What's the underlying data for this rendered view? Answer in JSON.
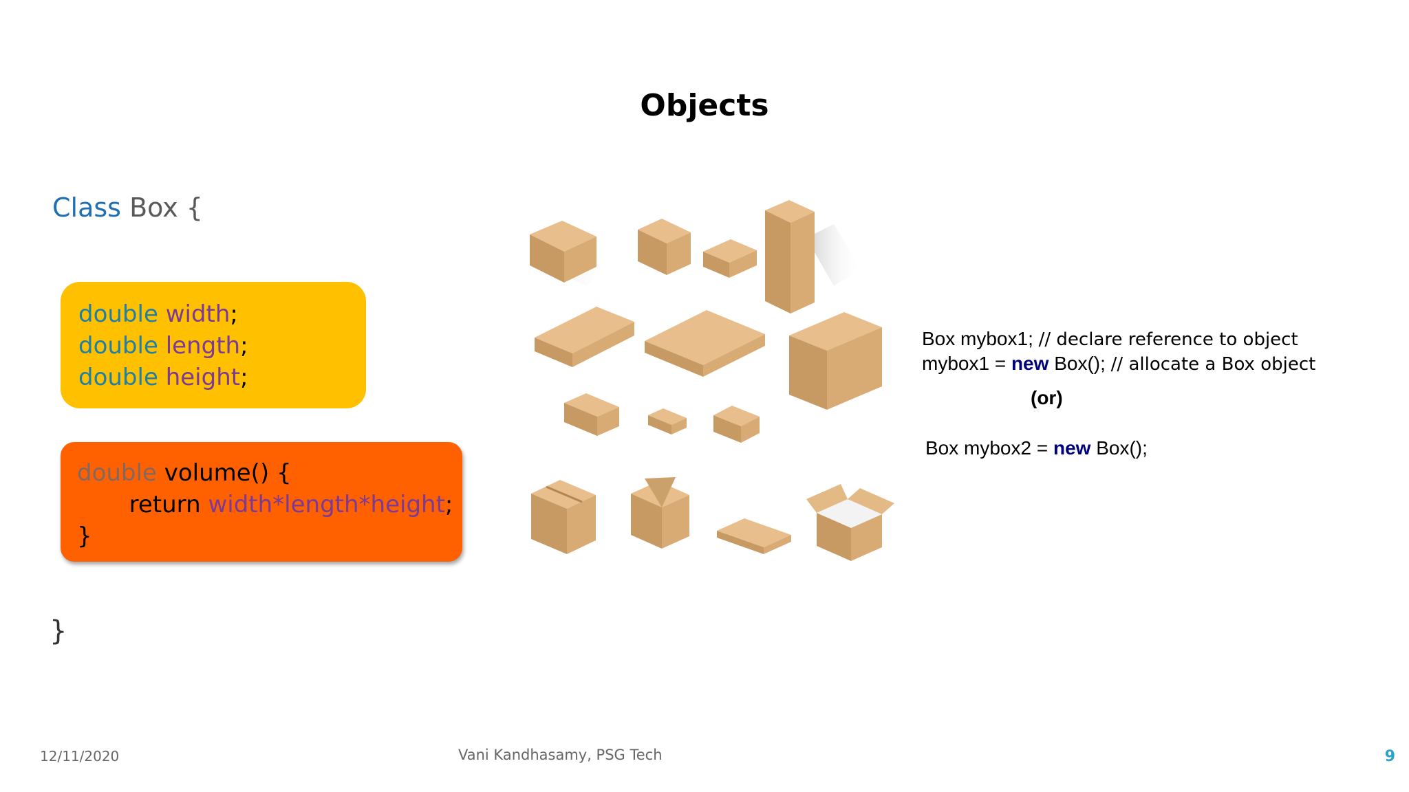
{
  "slide": {
    "title": "Objects",
    "class_keyword": "Class",
    "class_decl": " Box {",
    "fields": [
      {
        "type": "double",
        "name": "width",
        "end": ";"
      },
      {
        "type": "double",
        "name": "length",
        "end": ";"
      },
      {
        "type": "double",
        "name": "height",
        "end": ";"
      }
    ],
    "method": {
      "ret_type": "double",
      "signature": " volume() {",
      "return_kw": "return ",
      "expression": "width*length*height",
      "end": ";",
      "close": "}"
    },
    "class_close": "}",
    "right_code": {
      "line1_code": "Box mybox1; ",
      "line1_comment": "// declare reference to object",
      "line2_pre": "mybox1 = ",
      "line2_kw": "new",
      "line2_post": " Box(); ",
      "line2_comment": "// allocate a Box object",
      "or": "(or)",
      "line3_pre": "Box mybox2 = ",
      "line3_kw": "new",
      "line3_post": " Box();"
    },
    "footer": {
      "date": "12/11/2020",
      "author": "Vani Kandhasamy, PSG Tech",
      "page": "9"
    },
    "image_name": "cardboard-boxes-illustration",
    "colors": {
      "field_box": "#ffc000",
      "method_box": "#ff6000",
      "keyword_blue": "#1f6fb2",
      "variable_purple": "#7b3a96",
      "new_keyword": "#00007a"
    }
  }
}
